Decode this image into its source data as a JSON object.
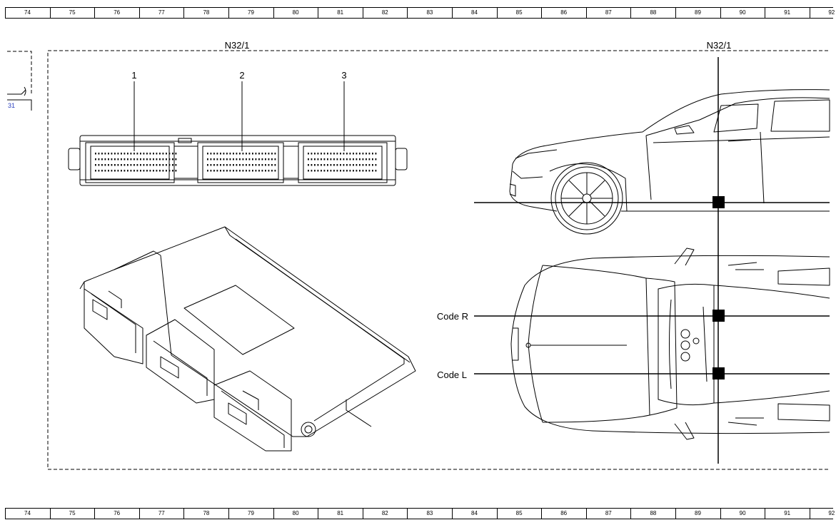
{
  "ruler": {
    "columns": [
      "74",
      "75",
      "76",
      "77",
      "78",
      "79",
      "80",
      "81",
      "82",
      "83",
      "84",
      "85",
      "86",
      "87",
      "88",
      "89",
      "90",
      "91",
      "92"
    ]
  },
  "cross_reference": {
    "sheet_ref": "31"
  },
  "component": {
    "id_left": "N32/1",
    "id_right": "N32/1"
  },
  "connectors": {
    "labels": [
      "1",
      "2",
      "3"
    ]
  },
  "location": {
    "code_r": "Code R",
    "code_l": "Code L"
  }
}
